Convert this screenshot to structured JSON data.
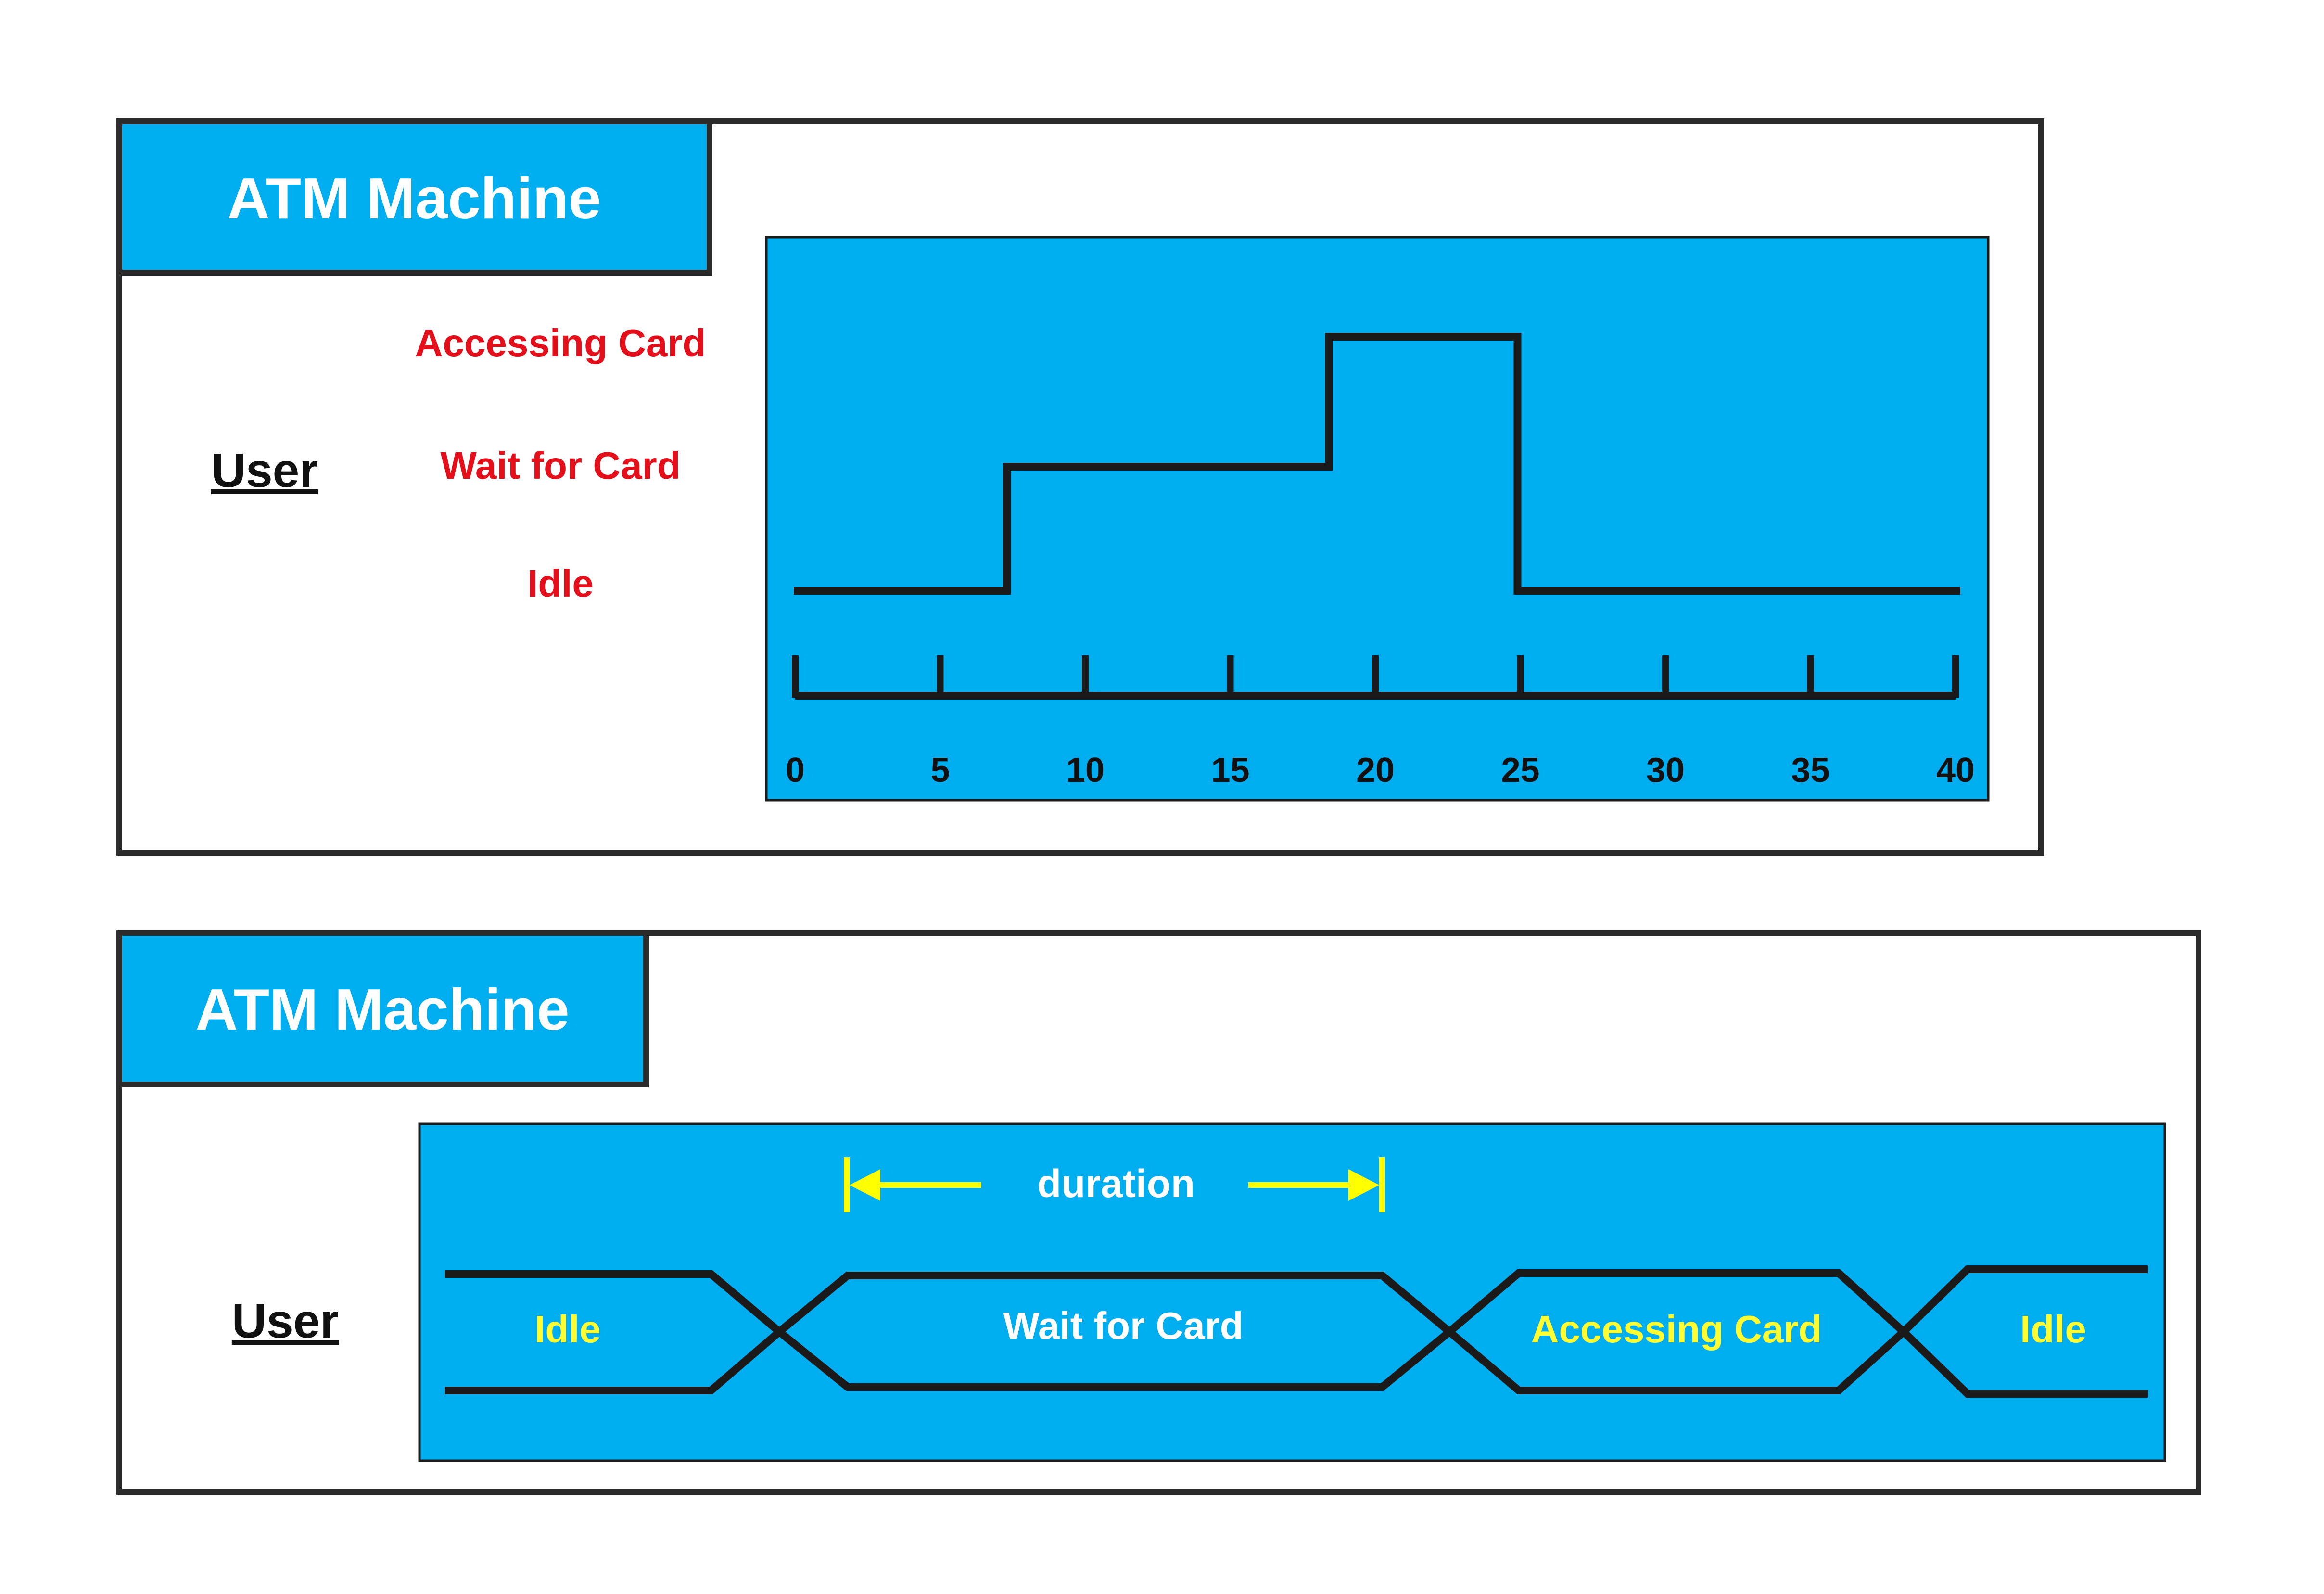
{
  "colors": {
    "panel_fill": "#00adef",
    "frame_stroke": "#2b2b2b",
    "line": "#1a1a1a",
    "state_label": "#e3101b",
    "highlight_label": "#ffff33",
    "white_label": "#ffffff",
    "duration_arrow": "#ffff00"
  },
  "state_timeline": {
    "title": "ATM Machine",
    "lifeline": "User",
    "states": [
      "Accessing Card",
      "Wait for Card",
      "Idle"
    ],
    "axis": {
      "range": [
        0,
        40
      ],
      "ticks": [
        0,
        5,
        10,
        15,
        20,
        25,
        30,
        35,
        40
      ],
      "tick_labels": [
        "0",
        "5",
        "10",
        "15",
        "20",
        "25",
        "30",
        "35",
        "40"
      ]
    },
    "transitions": [
      {
        "state": "Idle",
        "from": 0,
        "to": 7.3
      },
      {
        "state": "Wait for Card",
        "from": 7.3,
        "to": 18.4
      },
      {
        "state": "Accessing Card",
        "from": 18.4,
        "to": 24.9
      },
      {
        "state": "Idle",
        "from": 24.9,
        "to": 40
      }
    ]
  },
  "value_lifeline": {
    "title": "ATM Machine",
    "lifeline": "User",
    "duration_label": "duration",
    "segments": [
      {
        "label": "Idle",
        "color": "#ffff33"
      },
      {
        "label": "Wait for Card",
        "color": "#ffffff"
      },
      {
        "label": "Accessing Card",
        "color": "#ffff33"
      },
      {
        "label": "Idle",
        "color": "#ffff33"
      }
    ]
  }
}
